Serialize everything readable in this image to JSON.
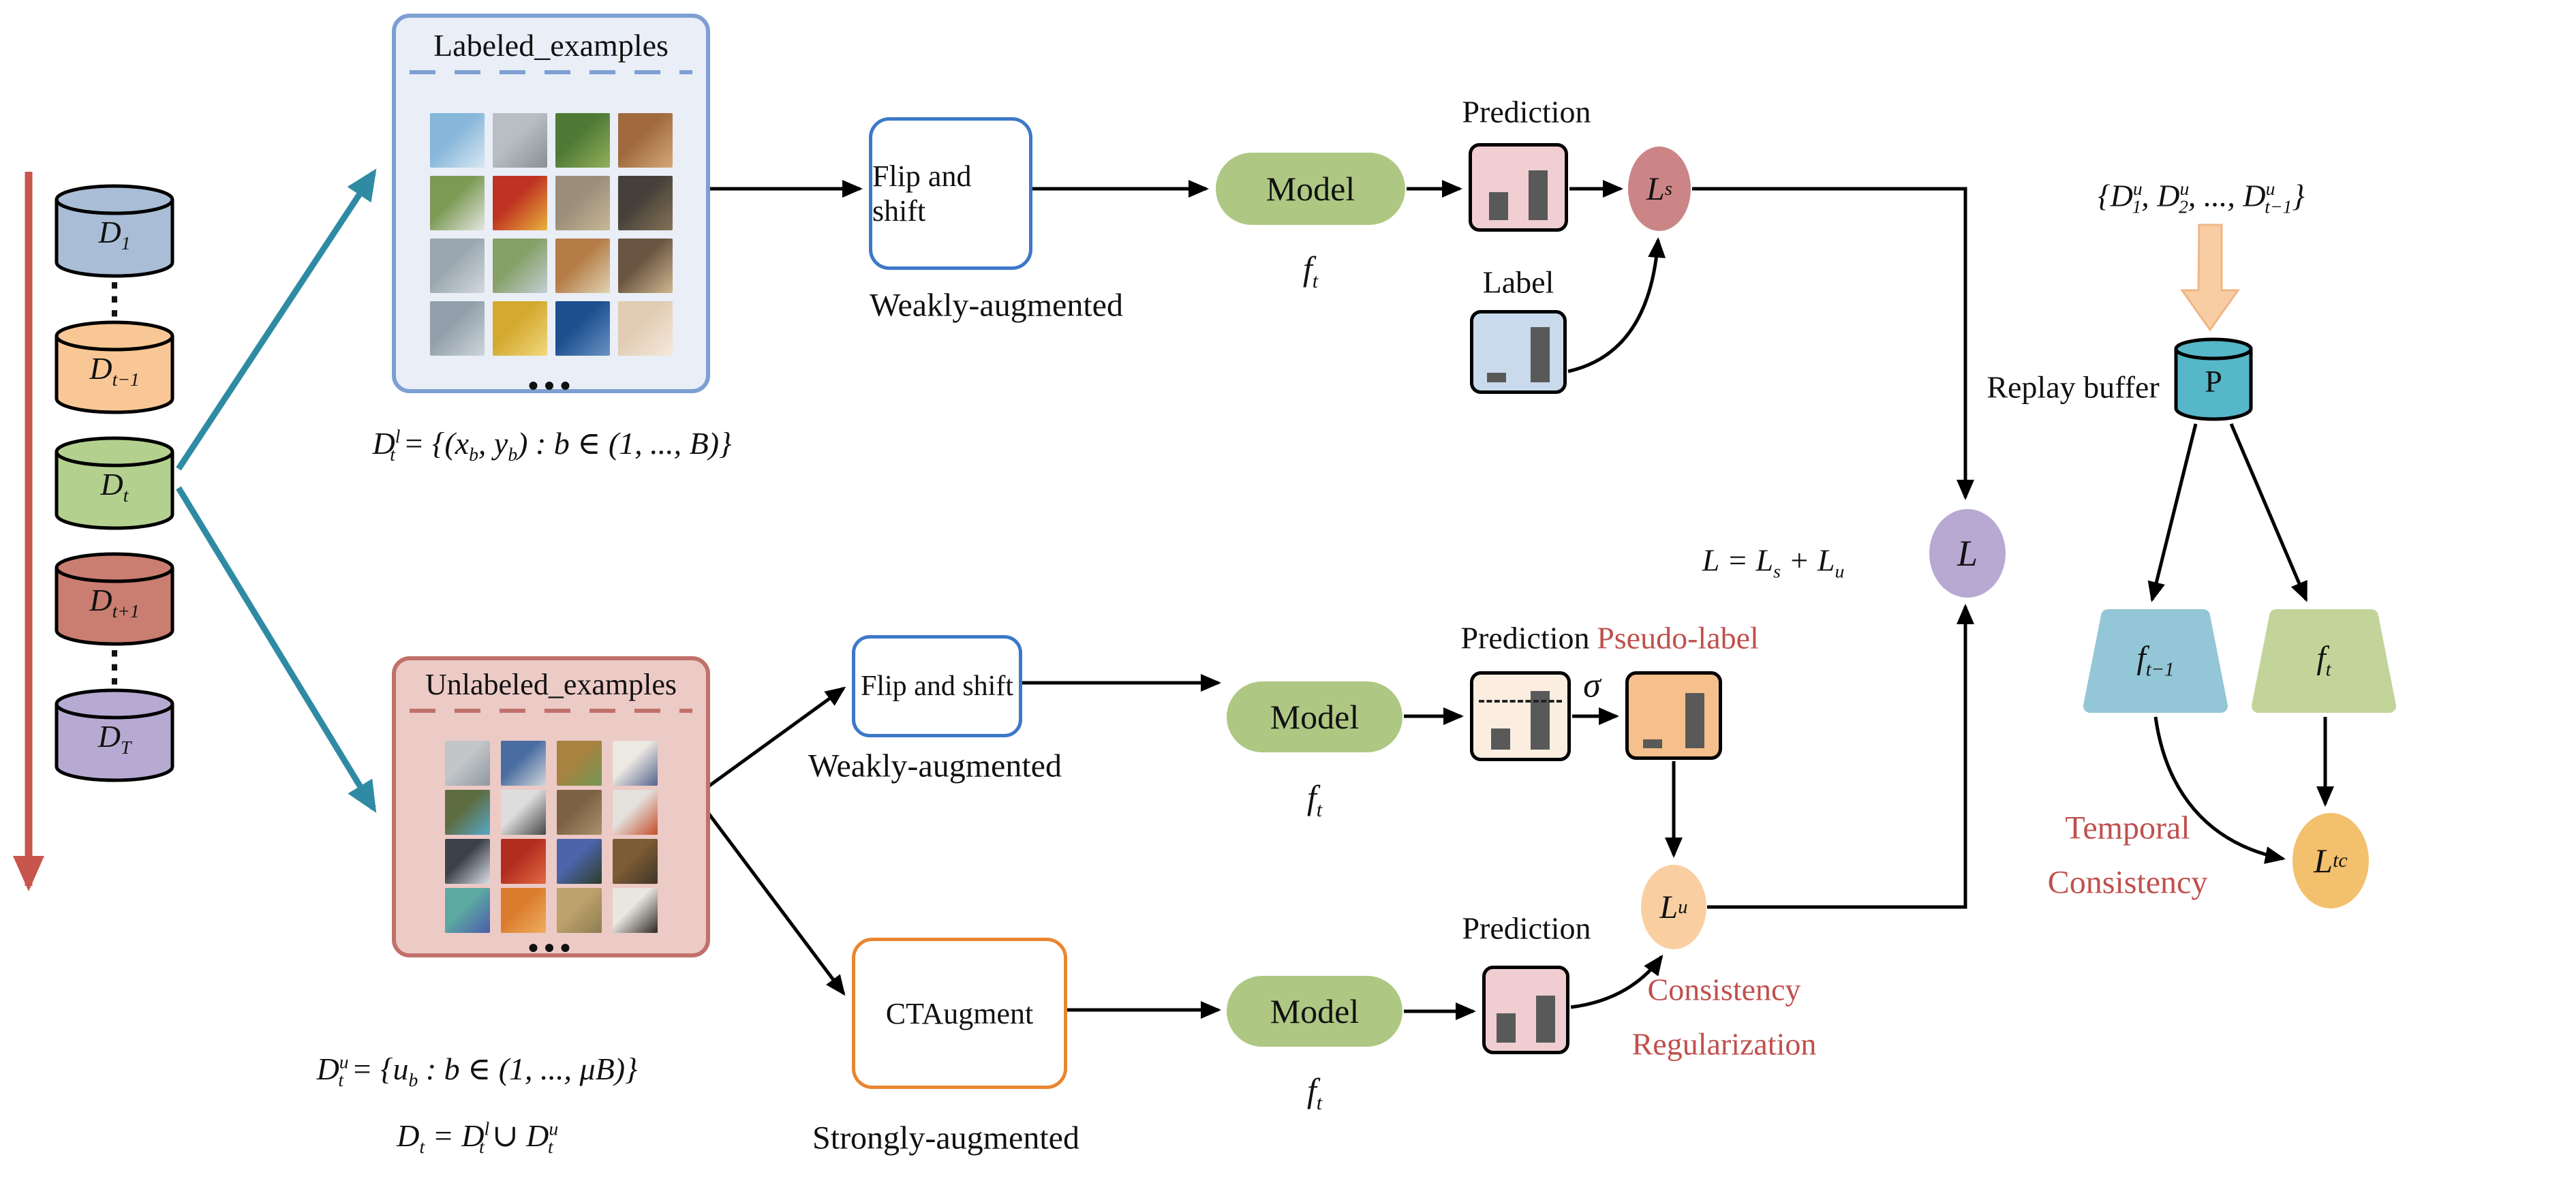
{
  "stream": {
    "datasets": [
      {
        "name": "D_[1]",
        "color": "#a9bdd6"
      },
      {
        "name": "D_[t−1]",
        "color": "#f8c795"
      },
      {
        "name": "D_[t]",
        "color": "#b3d08f"
      },
      {
        "name": "D_[t+1]",
        "color": "#c97e71"
      },
      {
        "name": "D_[T]",
        "color": "#b6aad2"
      }
    ],
    "ellipsis": "⋮"
  },
  "labeled": {
    "title": "Labeled_examples",
    "formula": "D^[l]_[t] = {(x_[b], y_[b]) : b ∈ (1, ..., B)}",
    "ellipsis": "...",
    "grid": [
      [
        "#86b6d9",
        "#d7e7f2"
      ],
      [
        "#b9bec4",
        "#8a8f96"
      ],
      [
        "#4f7a36",
        "#93b05a"
      ],
      [
        "#a06a3e",
        "#d4a878"
      ],
      [
        "#7d9a55",
        "#e3e6df"
      ],
      [
        "#c03322",
        "#e8b33c"
      ],
      [
        "#9a8d7a",
        "#c9b896"
      ],
      [
        "#46403a",
        "#857257"
      ],
      [
        "#9aa6af",
        "#d2d8dd"
      ],
      [
        "#86a066",
        "#c2cdd4"
      ],
      [
        "#b47c46",
        "#e0d2b2"
      ],
      [
        "#6a5542",
        "#d0b78e"
      ],
      [
        "#93a0ab",
        "#cdd5db"
      ],
      [
        "#d4a930",
        "#efd97c"
      ],
      [
        "#1d4f8e",
        "#6a93c4"
      ],
      [
        "#e2cdb4",
        "#f4e9dc"
      ]
    ]
  },
  "unlabeled": {
    "title": "Unlabeled_examples",
    "formula_set": "D^[u]_[t] = {u_[b] : b ∈ (1, ..., μB)}",
    "formula_union": "D_[t]  = D^[l]_[t] ∪ D^[u]_[t]",
    "ellipsis": "...",
    "grid": [
      [
        "#c2c6c9",
        "#90999f"
      ],
      [
        "#4a6da1",
        "#d0d6da"
      ],
      [
        "#a8823f",
        "#729754"
      ],
      [
        "#ece8e2",
        "#55648e"
      ],
      [
        "#5d6d41",
        "#57a7ca"
      ],
      [
        "#dddddd",
        "#454545"
      ],
      [
        "#7c6145",
        "#ab916c"
      ],
      [
        "#e3e1db",
        "#c54c2c"
      ],
      [
        "#3c414c",
        "#dbe0e5"
      ],
      [
        "#b22d20",
        "#e06a43"
      ],
      [
        "#4c64aa",
        "#2e3e2a"
      ],
      [
        "#7c5c34",
        "#413629"
      ],
      [
        "#5caaa2",
        "#4c5caa"
      ],
      [
        "#db7c2c",
        "#eead60"
      ],
      [
        "#bda26c",
        "#8d7d51"
      ],
      [
        "#eae7e2",
        "#2c2722"
      ]
    ]
  },
  "augment": {
    "flip_label": "Flip and shift",
    "ct_label": "CTAugment",
    "weak_label": "Weakly-augmented",
    "strong_label": "Strongly-augmented"
  },
  "model": {
    "label": "Model",
    "f_current": "f_[t]"
  },
  "outputs": {
    "prediction_label": "Prediction",
    "groundtruth_label": "Label",
    "pseudo_label": "Pseudo-label",
    "sigma": "σ",
    "prediction_bars_labeled": [
      0.38,
      0.68
    ],
    "groundtruth_bars": [
      0.14,
      0.8
    ],
    "prediction_bars_weak": [
      0.28,
      0.78
    ],
    "pseudo_bars": [
      0.12,
      0.75
    ],
    "prediction_bars_strong": [
      0.4,
      0.64
    ]
  },
  "losses": {
    "supervised": "L_[s]",
    "unsupervised": "L_[u]",
    "total": "L",
    "temporal": "L_[tc]",
    "sum_formula": "L = L_[s] + L_[u]"
  },
  "replay": {
    "set_formula": "{D^[u]_[1], D^[u]_[2], ..., D^[u]_[t−1]}",
    "buffer_label": "Replay buffer",
    "buffer_name": "P",
    "f_previous": "f_[t−1]",
    "f_current": "f_[t]"
  },
  "annotations": {
    "consistency_line1": "Consistency",
    "consistency_line2": "Regularization",
    "temporal_line1": "Temporal",
    "temporal_line2": "Consistency"
  },
  "colors": {
    "red_text": "#c0504d",
    "timeline_arrow": "#c8564d",
    "branch_arrow": "#2f8ba3",
    "flip_border": "#3c78c8",
    "ct_border": "#e8862e",
    "model_pill": "#aec883",
    "labeled_box_bg": "#e9eef7",
    "labeled_box_border": "#7d9fd3",
    "unlabeled_box_bg": "#eccac6",
    "unlabeled_box_border": "#c0716b",
    "prediction_box": "#f0ced2",
    "label_box": "#c8daeb",
    "weak_prediction_box": "#fbeee0",
    "pseudo_box": "#f5c08b",
    "loss_s": "#cb8586",
    "loss_u": "#f9cfa2",
    "loss_total": "#b7a9d2",
    "loss_tc": "#f3c06d",
    "buffer_cylinder": "#56b7c8",
    "trap_prev": "#93c6d6",
    "trap_curr": "#c3d49b",
    "block_arrow": "#f9cda3"
  }
}
